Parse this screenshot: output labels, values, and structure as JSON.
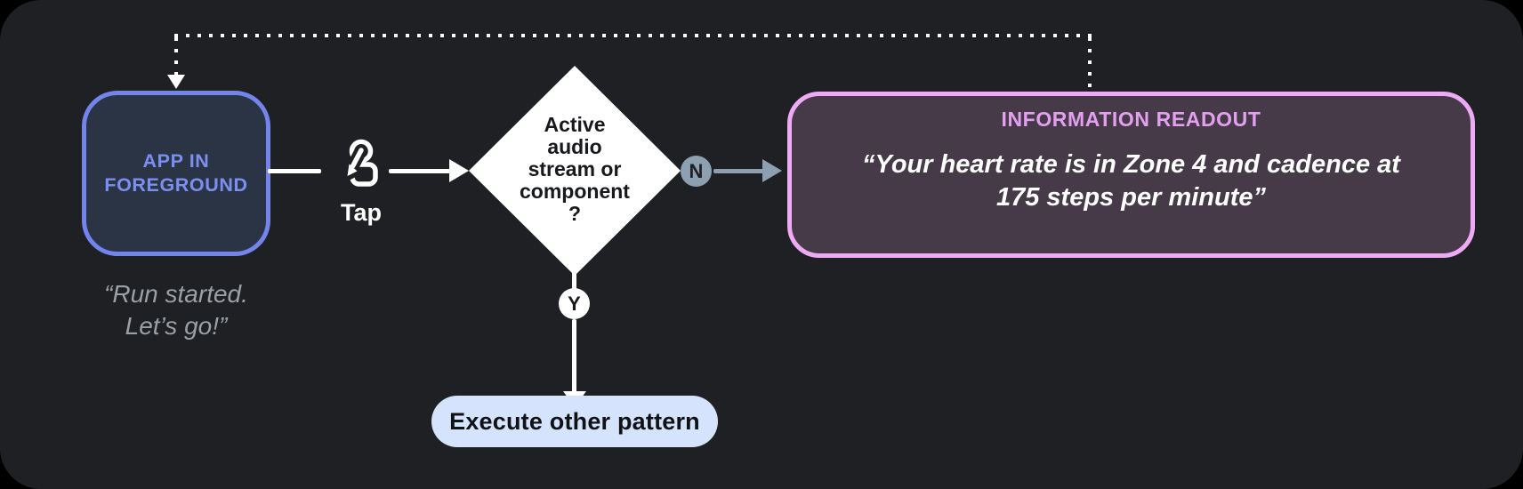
{
  "colors": {
    "page_bg": "#000000",
    "panel_bg": "#1f2023",
    "app_border": "#7385ec",
    "app_fill": "#2b3445",
    "app_text": "#7b8ff0",
    "quote_gray": "#9aa0a6",
    "diamond_fill": "#ffffff",
    "diamond_text": "#17191c",
    "n_badge": "#8da0b2",
    "y_badge": "#ffffff",
    "readout_border": "#eeaaf4",
    "readout_fill": "#463a49",
    "readout_title_color": "#e2a0ee",
    "pill_bg": "#d6e3fc",
    "connector_white": "#ffffff"
  },
  "app_node": {
    "label_line1": "APP IN",
    "label_line2": "FOREGROUND",
    "quote_line1": "“Run started.",
    "quote_line2": "Let’s go!”"
  },
  "tap": {
    "label": "Tap",
    "icon": "tap-gesture-icon"
  },
  "decision": {
    "lines": [
      "Active",
      "audio",
      "stream or",
      "component",
      "?"
    ]
  },
  "branches": {
    "no_label": "N",
    "yes_label": "Y"
  },
  "readout": {
    "title": "INFORMATION READOUT",
    "quote_line1": "“Your heart rate is in Zone 4 and cadence at",
    "quote_line2": "175 steps per minute”"
  },
  "action": {
    "label": "Execute other pattern"
  }
}
